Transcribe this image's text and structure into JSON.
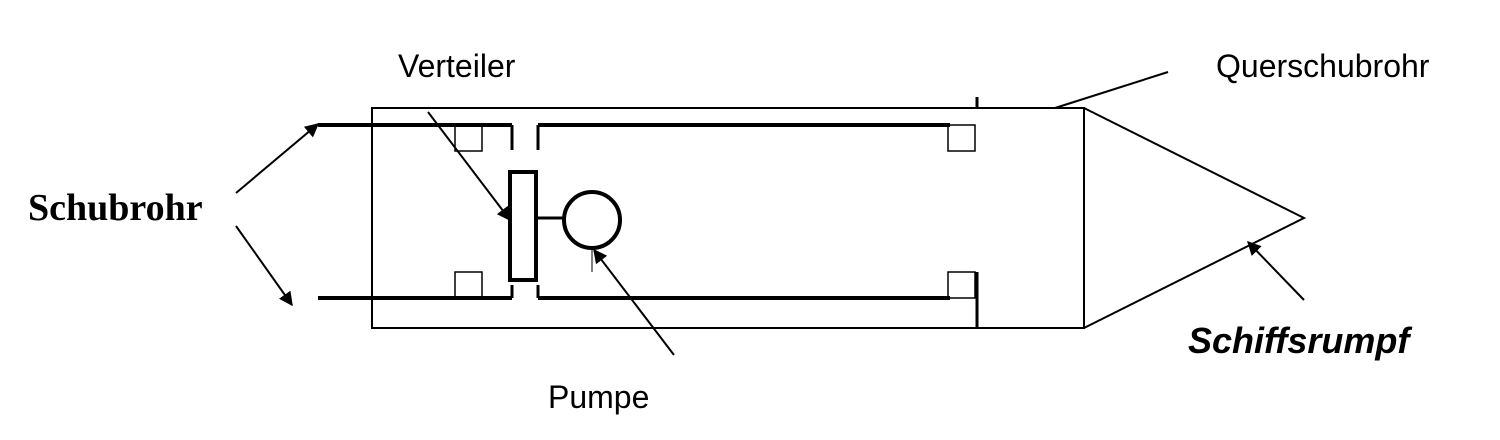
{
  "labels": {
    "verteiler": "Verteiler",
    "querschubrohr": "Querschubrohr",
    "schubrohr": "Schubrohr",
    "pumpe": "Pumpe",
    "schiffsrumpf": "Schiffsrumpf"
  },
  "colors": {
    "stroke": "#000000",
    "background": "#ffffff"
  }
}
